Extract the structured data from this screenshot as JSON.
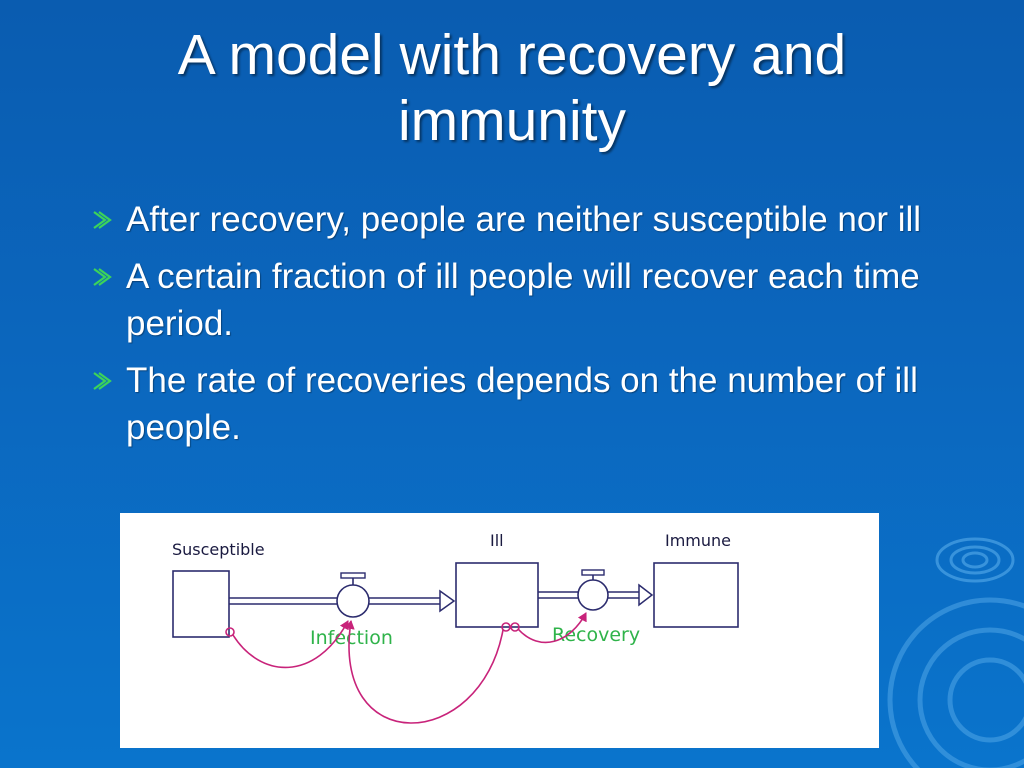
{
  "slide": {
    "title": "A model with recovery and immunity"
  },
  "bullets": [
    "After recovery, people are neither susceptible nor ill",
    "A certain fraction of ill people will recover each time period.",
    "The rate of recoveries depends on the number of ill people."
  ],
  "colors": {
    "background": "#0b66bd",
    "bullet_marker": "#3cd35a",
    "stock_border": "#2c2c6e",
    "flow_label": "#2fb34a",
    "connector": "#c8237a"
  },
  "diagram": {
    "stocks": {
      "susceptible": "Susceptible",
      "ill": "Ill",
      "immune": "Immune"
    },
    "flows": {
      "infection": "Infection",
      "recovery": "Recovery"
    }
  }
}
